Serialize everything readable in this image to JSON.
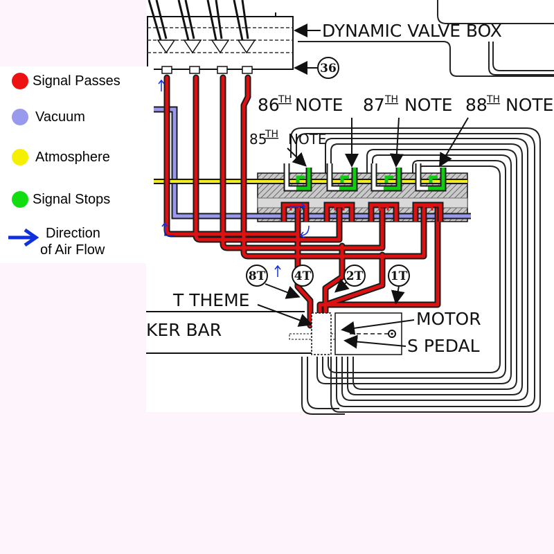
{
  "legend": {
    "items": [
      {
        "label": "Signal Passes",
        "color": "#ee1111"
      },
      {
        "label": "Vacuum",
        "color": "#9999ee"
      },
      {
        "label": "Atmosphere",
        "color": "#f5f000"
      },
      {
        "label": "Signal Stops",
        "color": "#11dd11"
      }
    ],
    "flow": {
      "line1": "Direction",
      "line2": "of Air Flow",
      "color": "#1030dd",
      "icon": "arrow-right-icon"
    }
  },
  "diagram": {
    "dynamic_valve_box": "DYNAMIC VALVE BOX",
    "ref_number": "36",
    "notes": {
      "n85": {
        "num": "85",
        "sup": "TH",
        "word": "NOTE"
      },
      "n86": {
        "num": "86",
        "sup": "TH",
        "word": "NOTE"
      },
      "n87": {
        "num": "87",
        "sup": "TH",
        "word": "NOTE"
      },
      "n88": {
        "num": "88",
        "sup": "TH",
        "word": "NOTE"
      }
    },
    "ports": [
      "8T",
      "4T",
      "2T",
      "1T"
    ],
    "t_theme": "T THEME",
    "ker_bar": "KER BAR",
    "motor": "MOTOR",
    "s_pedal": "S PEDAL"
  },
  "colors": {
    "signal": "#dd1111",
    "vacuum": "#9999ee",
    "atmosphere": "#f0ec20",
    "stops": "#11cc11",
    "flow": "#1030dd",
    "ink": "#111111"
  }
}
